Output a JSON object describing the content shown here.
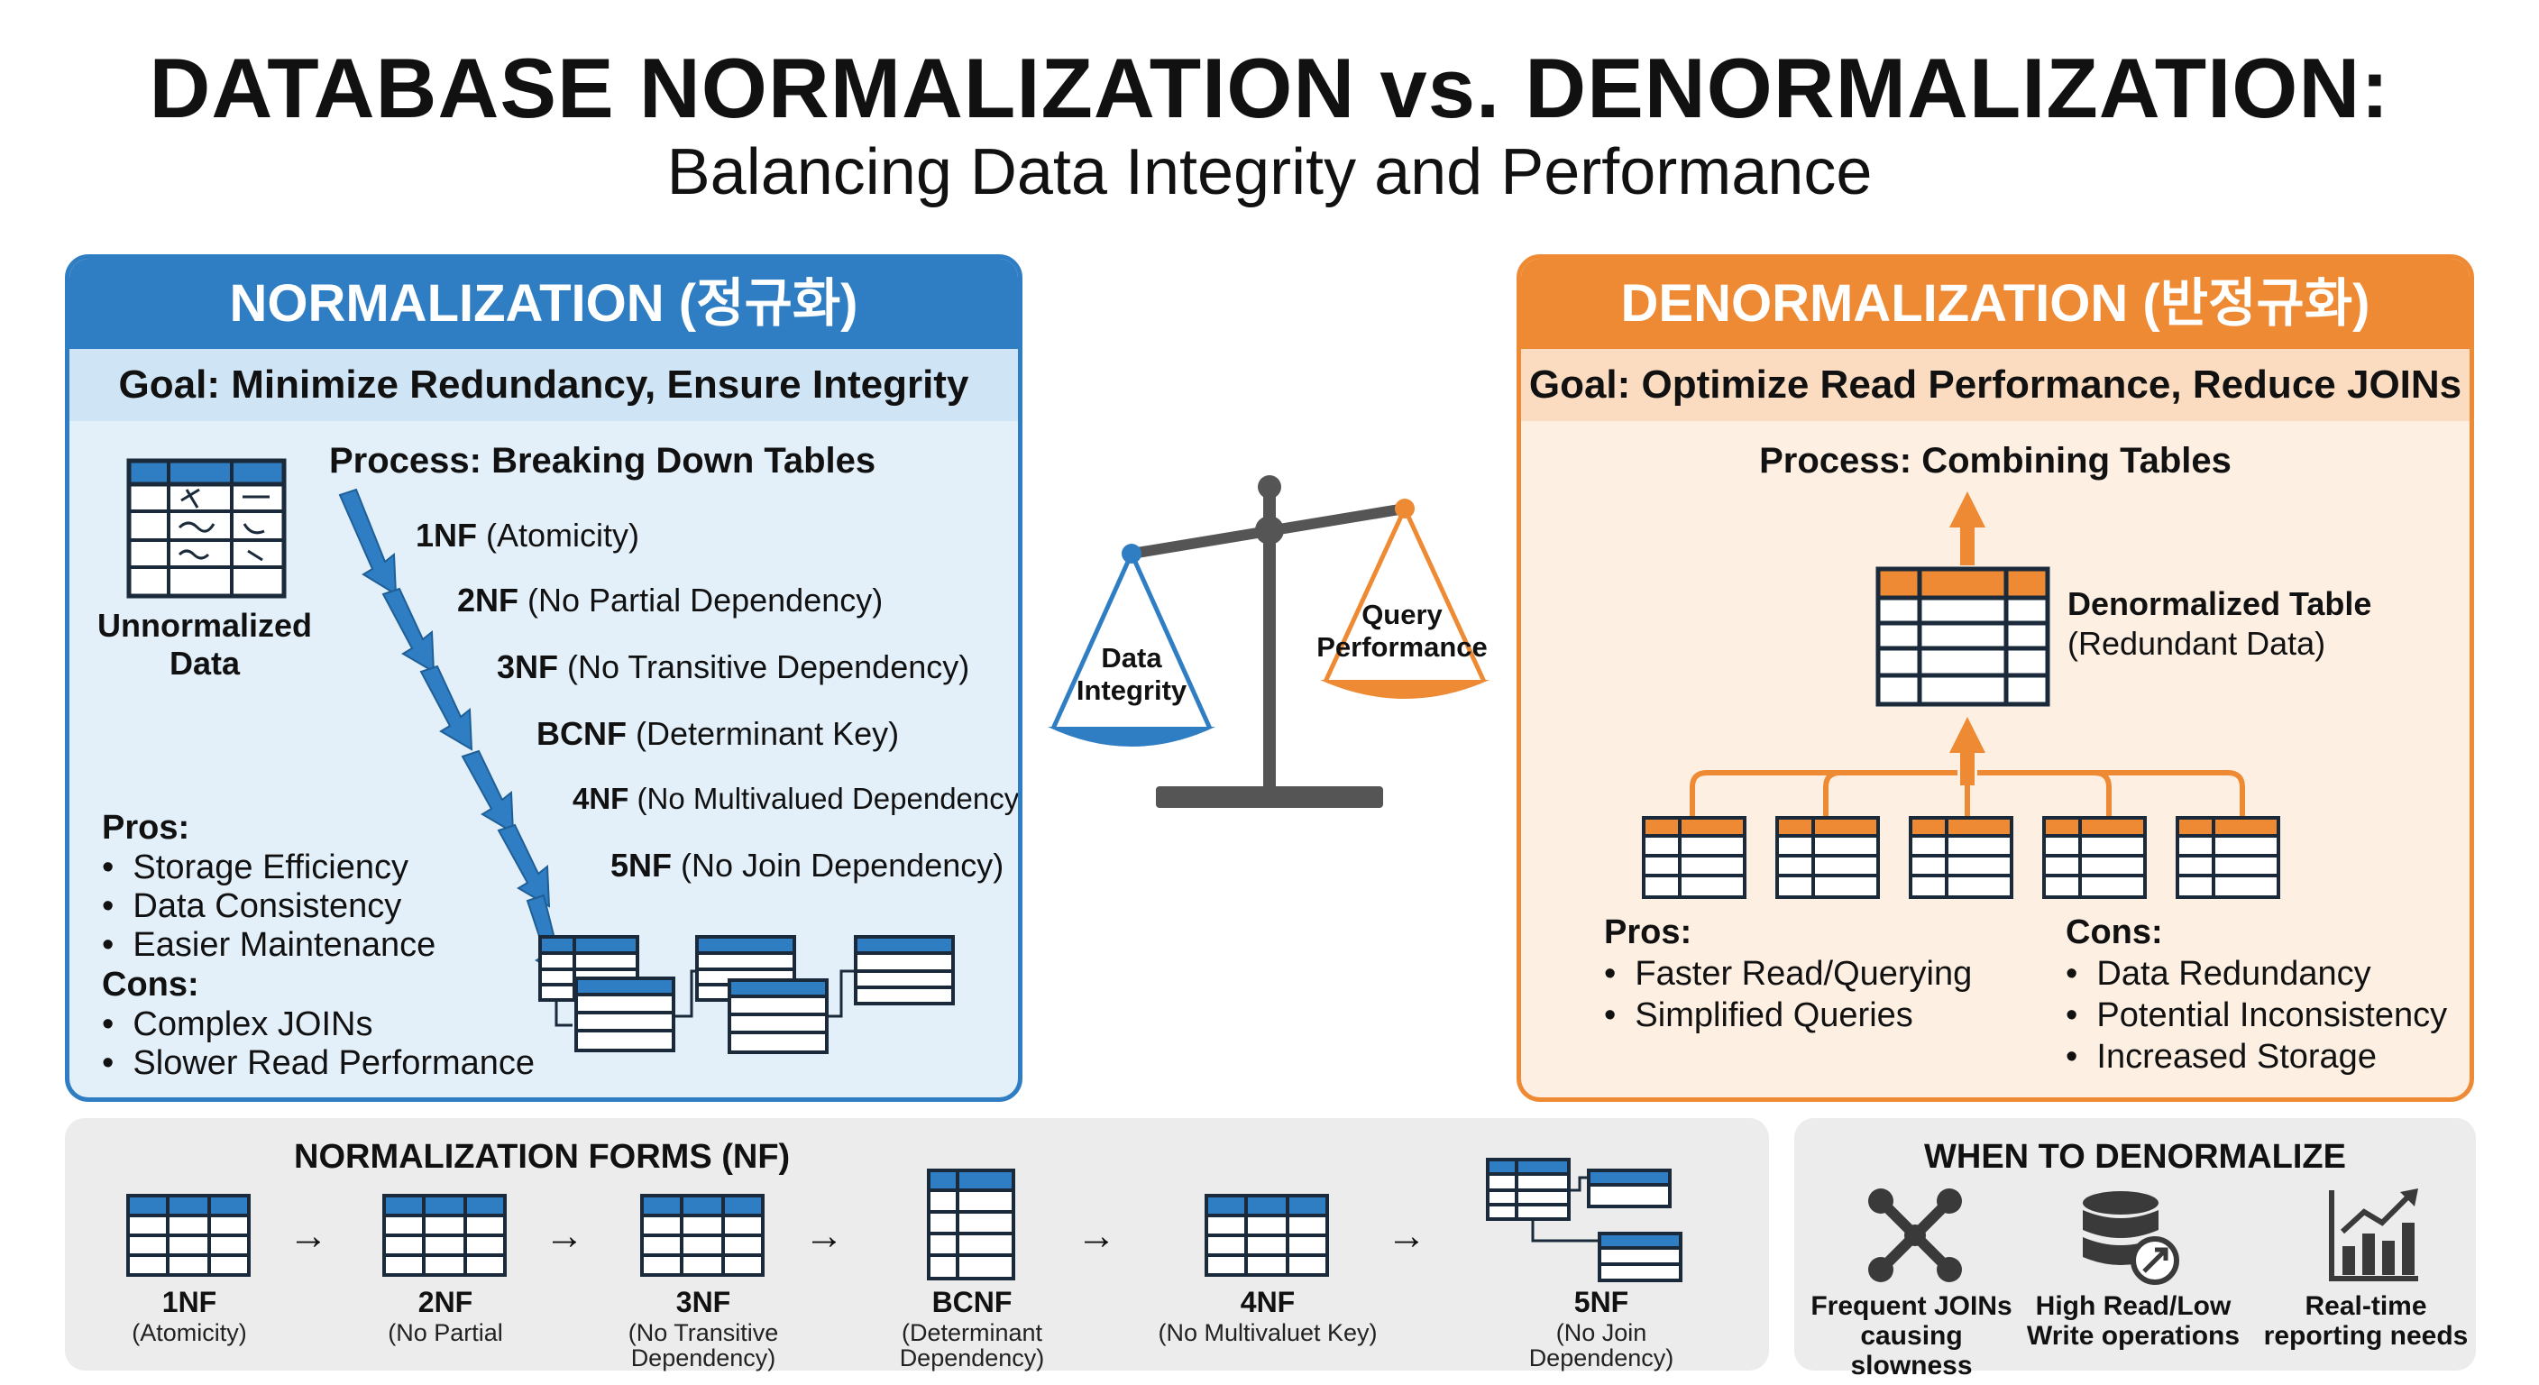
{
  "title": "DATABASE NORMALIZATION vs. DENORMALIZATION:",
  "subtitle": "Balancing Data Integrity and Performance",
  "normalization": {
    "header": "NORMALIZATION (정규화)",
    "goal": "Goal: Minimize Redundancy, Ensure Integrity",
    "unnormalized_label_1": "Unnormalized",
    "unnormalized_label_2": "Data",
    "process_title": "Process: Breaking Down Tables",
    "steps": [
      {
        "name": "1NF",
        "desc": "(Atomicity)"
      },
      {
        "name": "2NF",
        "desc": "(No Partial Dependency)"
      },
      {
        "name": "3NF",
        "desc": "(No Transitive Dependency)"
      },
      {
        "name": "BCNF",
        "desc": "(Determinant Key)"
      },
      {
        "name": "4NF",
        "desc": "(No Multivalued Dependency)"
      },
      {
        "name": "5NF",
        "desc": "(No Join Dependency)"
      }
    ],
    "pros_title": "Pros:",
    "pros": [
      "Storage Efficiency",
      "Data Consistency",
      "Easier Maintenance"
    ],
    "cons_title": "Cons:",
    "cons": [
      "Complex JOINs",
      "Slower Read Performance"
    ]
  },
  "scale": {
    "left_label_1": "Data",
    "left_label_2": "Integrity",
    "right_label_1": "Query",
    "right_label_2": "Performance"
  },
  "denormalization": {
    "header": "DENORMALIZATION (반정규화)",
    "goal": "Goal: Optimize Read Performance, Reduce JOINs",
    "process_title": "Process: Combining Tables",
    "table_label": "Denormalized Table",
    "table_sublabel": "(Redundant Data)",
    "pros_title": "Pros:",
    "pros": [
      "Faster Read/Querying",
      "Simplified Queries"
    ],
    "cons_title": "Cons:",
    "cons": [
      "Data Redundancy",
      "Potential Inconsistency",
      "Increased Storage"
    ]
  },
  "forms": {
    "title": "NORMALIZATION FORMS (NF)",
    "items": [
      {
        "name": "1NF",
        "sub1": "(Atomicity)",
        "sub2": ""
      },
      {
        "name": "2NF",
        "sub1": "(No Partial",
        "sub2": ""
      },
      {
        "name": "3NF",
        "sub1": "(No Transitive",
        "sub2": "Dependency)"
      },
      {
        "name": "BCNF",
        "sub1": "(Determinant",
        "sub2": "Dependency)"
      },
      {
        "name": "4NF",
        "sub1": "(No Multivaluet Key)",
        "sub2": ""
      },
      {
        "name": "5NF",
        "sub1": "(No Join",
        "sub2": "Dependency)"
      }
    ],
    "arrow_glyph": "→"
  },
  "when": {
    "title": "WHEN TO DENORMALIZE",
    "items": [
      {
        "icon": "network-icon",
        "line1": "Frequent JOINs",
        "line2": "causing slowness"
      },
      {
        "icon": "database-icon",
        "line1": "High Read/Low",
        "line2": "Write operations"
      },
      {
        "icon": "bar-chart-icon",
        "line1": "Real-time",
        "line2": "reporting needs"
      }
    ]
  },
  "colors": {
    "blue": "#2f7ec3",
    "blue_light": "#e3f0fa",
    "orange": "#ee8a33",
    "orange_light": "#fdefe2",
    "gray": "#555555"
  }
}
